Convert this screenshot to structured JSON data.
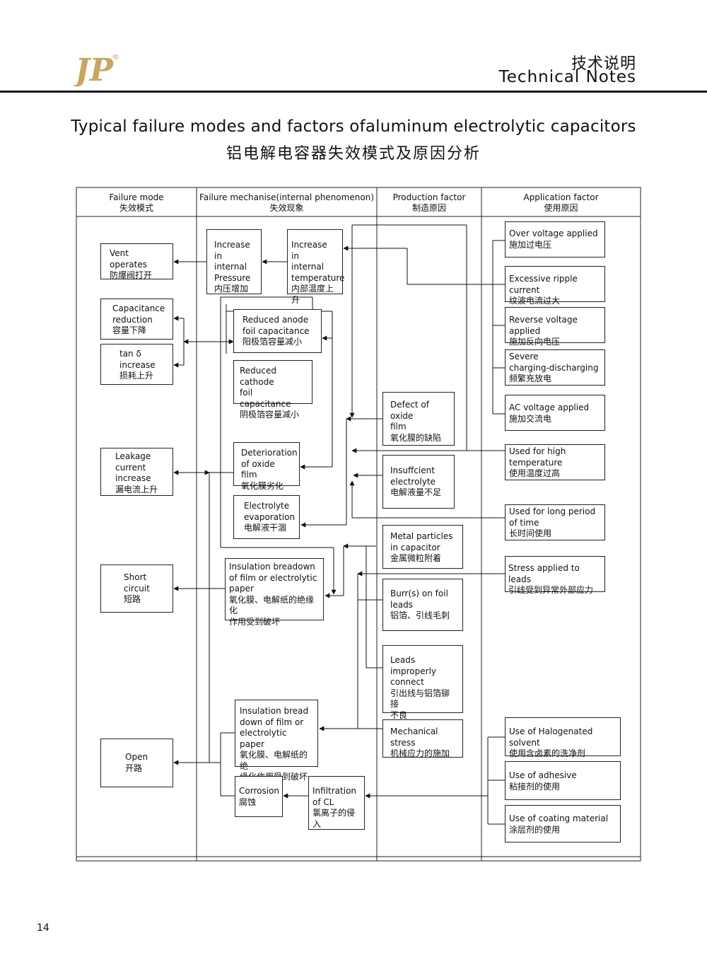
{
  "header": {
    "title_cn": "技术说明",
    "title_en": "Technical Notes",
    "logo_text": "JP",
    "logo_mark": "®"
  },
  "page": {
    "title_en": "Typical failure modes and factors ofaluminum electrolytic capacitors",
    "title_cn": "铝电解电容器失效模式及原因分析",
    "number": "14"
  },
  "columns": [
    {
      "en": "Failure mode",
      "cn": "失效模式"
    },
    {
      "en": "Failure mechanise(internal phenomenon)",
      "cn": "失效现象"
    },
    {
      "en": "Production factor",
      "cn": "制造原因"
    },
    {
      "en": "Application factor",
      "cn": "使用原因"
    }
  ],
  "failure_modes": {
    "vent": "Vent operates\n防爆阀打开",
    "capacitance": "Capacitance\nreduction\n容量下降",
    "tand": "tan δ\nincrease\n损耗上升",
    "leakage": "Leakage\ncurrent\nincrease\n漏电流上升",
    "short": "Short\ncircuit\n短路",
    "open": "Open\n开路"
  },
  "mechanisms": {
    "pressure": "Increase in\ninternal\nPressure\n内压增加",
    "temperature": "Increase in\ninternal\ntemperature\n内部温度上升",
    "anode": "Reduced anode\nfoil capacitance\n阳极箔容量减小",
    "cathode": "Reduced cathode\nfoil capacitance\n阴极箔容量减小",
    "oxide": "Deterioration\nof oxide film\n氧化膜劣化",
    "evaporation": "Electrolyte\nevaporation\n电解液干涸",
    "insulation1": "Insulation breadown\nof film or electrolytic\npaper\n氧化膜、电解纸的绝缘化\n作用受到破坏",
    "insulation2": "Insulation bread\ndown of film or\nelectrolytic paper\n氧化膜、电解纸的绝\n缘化作用受到破坏",
    "corrosion": "Corrosion\n腐蚀",
    "infiltration": "Infiltration\nof CL\n氯离子的侵入"
  },
  "production": {
    "defect": "Defect of oxide\nfilm\n氧化膜的缺陷",
    "insufficient": "Insuffcient\nelectrolyte\n电解液量不足",
    "metal": "Metal particles\nin capacitor\n金属微粒附着",
    "burr": "Burr(s) on foil\nleads\n铝箔、引线毛刺",
    "leads": "Leads improperly\nconnect\n引出线与铝箔铆接\n不良",
    "mechanical": "Mechanical stress\n机械应力的施加"
  },
  "application": {
    "overvoltage": "Over voltage applied\n施加过电压",
    "ripple": "Excessive ripple current\n纹波电流过大",
    "reverse": "Reverse voltage applied\n施加反向电压",
    "charging": "Severe\ncharging-discharging\n频繁充放电",
    "ac": "AC voltage applied\n施加交流电",
    "hightemp": "Used for high\ntemperature\n使用温度过高",
    "longperiod": "Used for long period\nof time\n长时间使用",
    "stress": "Stress applied to leads\n引线受到异常外部应力",
    "halogen": "Use of Halogenated solvent\n使用含卤素的洗净剂",
    "adhesive": "Use of adhesive\n粘接剂的使用",
    "coating": "Use of coating material\n涂层剂的使用"
  },
  "colors": {
    "logo": "#c9a463",
    "ink": "#222222"
  }
}
